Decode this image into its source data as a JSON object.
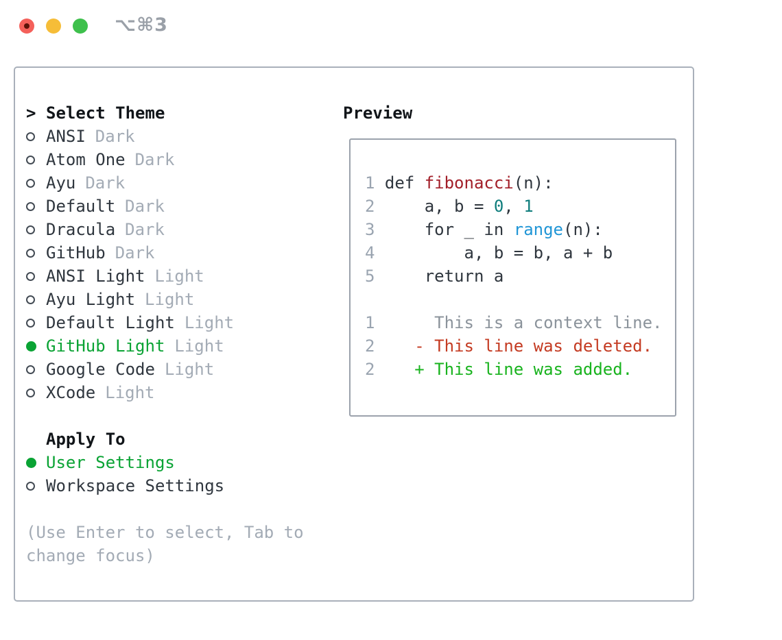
{
  "window": {
    "shortcut": "⌥⌘3"
  },
  "colors": {
    "accent-green": "#0aa334",
    "added-green": "#19b31e",
    "deleted-red": "#c43b22",
    "func-red": "#a21f29",
    "number-teal": "#0f7d7c",
    "builtin-blue": "#2196d6",
    "text-dark": "#2f363e",
    "muted-gray": "#a3abb5",
    "linenum-gray": "#9aa4b0",
    "context-gray": "#8b939b",
    "border-gray": "#a9b0ba",
    "traffic-red": "#f4605a",
    "traffic-yellow": "#f6bd38",
    "traffic-green": "#3ec04c",
    "title-gray": "#9aa0a8"
  },
  "theme_panel": {
    "header_prefix": ">",
    "header": "Select Theme",
    "themes": [
      {
        "name": "ANSI",
        "variant": "Dark",
        "selected": false
      },
      {
        "name": "Atom One",
        "variant": "Dark",
        "selected": false
      },
      {
        "name": "Ayu",
        "variant": "Dark",
        "selected": false
      },
      {
        "name": "Default",
        "variant": "Dark",
        "selected": false
      },
      {
        "name": "Dracula",
        "variant": "Dark",
        "selected": false
      },
      {
        "name": "GitHub",
        "variant": "Dark",
        "selected": false
      },
      {
        "name": "ANSI Light",
        "variant": "Light",
        "selected": false
      },
      {
        "name": "Ayu Light",
        "variant": "Light",
        "selected": false
      },
      {
        "name": "Default Light",
        "variant": "Light",
        "selected": false
      },
      {
        "name": "GitHub Light",
        "variant": "Light",
        "selected": true
      },
      {
        "name": "Google Code",
        "variant": "Light",
        "selected": false
      },
      {
        "name": "XCode",
        "variant": "Light",
        "selected": false
      }
    ],
    "apply_header": "Apply To",
    "apply_options": [
      {
        "label": "User Settings",
        "selected": true
      },
      {
        "label": "Workspace Settings",
        "selected": false
      }
    ],
    "hint": "(Use Enter to select, Tab to change focus)"
  },
  "preview": {
    "header": "Preview",
    "lines": [
      {
        "num": "1",
        "segments": [
          [
            "plain",
            " def "
          ],
          [
            "func",
            "fibonacci"
          ],
          [
            "plain",
            "(n):"
          ]
        ]
      },
      {
        "num": "2",
        "segments": [
          [
            "plain",
            "     a, b = "
          ],
          [
            "num",
            "0"
          ],
          [
            "plain",
            ", "
          ],
          [
            "num",
            "1"
          ]
        ]
      },
      {
        "num": "3",
        "segments": [
          [
            "plain",
            "     for _ in "
          ],
          [
            "builtin",
            "range"
          ],
          [
            "plain",
            "(n):"
          ]
        ]
      },
      {
        "num": "4",
        "segments": [
          [
            "plain",
            "         a, b = b, a + b"
          ]
        ]
      },
      {
        "num": "5",
        "segments": [
          [
            "plain",
            "     return a"
          ]
        ]
      },
      {
        "num": "",
        "segments": []
      },
      {
        "num": "1",
        "segments": [
          [
            "ctx",
            "      This is a context line."
          ]
        ]
      },
      {
        "num": "2",
        "segments": [
          [
            "del",
            "    - This line was deleted."
          ]
        ]
      },
      {
        "num": "2",
        "segments": [
          [
            "add",
            "    + This line was added."
          ]
        ]
      }
    ]
  }
}
